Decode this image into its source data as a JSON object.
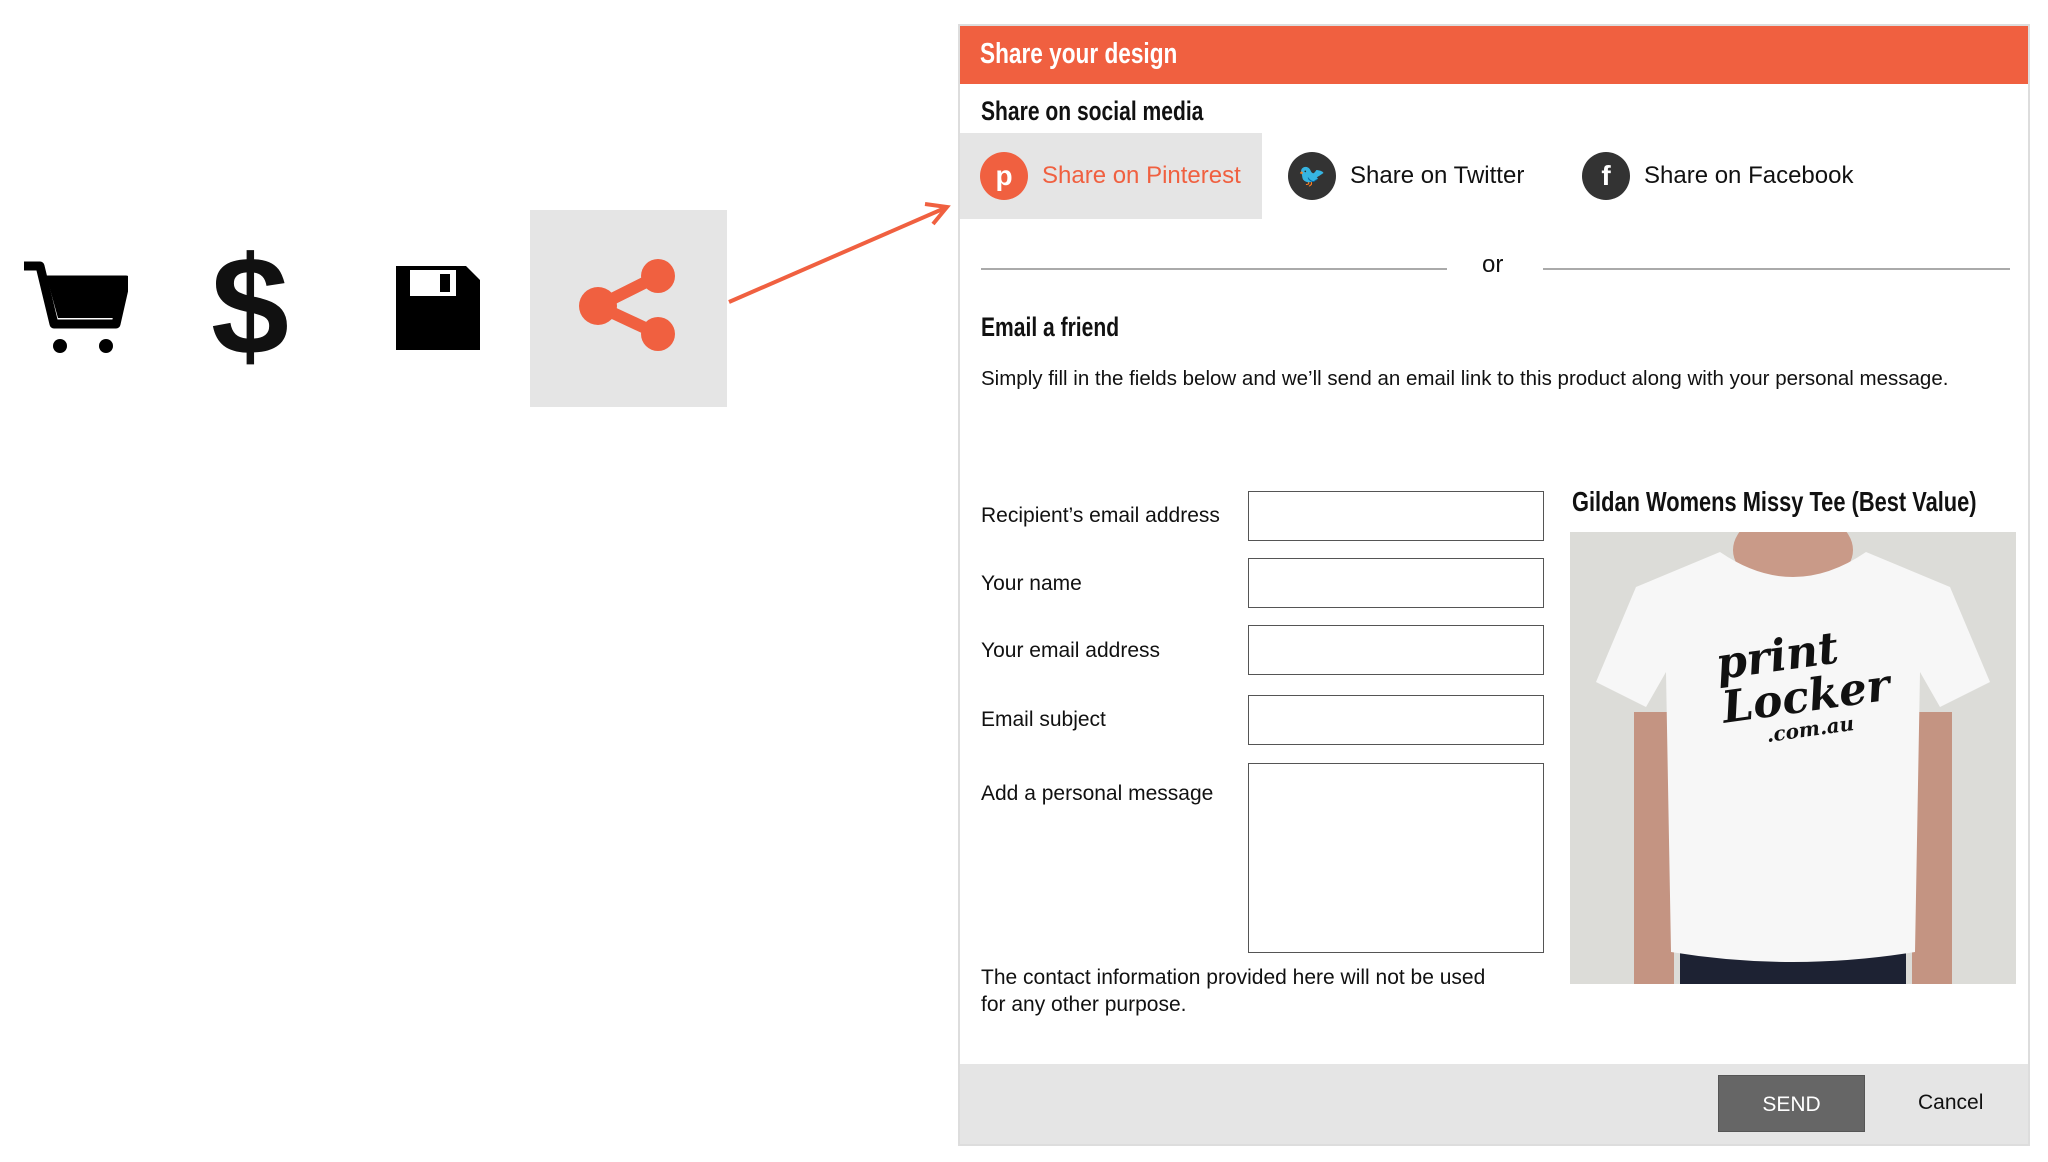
{
  "toolbar": {
    "icons": [
      "cart-icon",
      "dollar-icon",
      "save-icon",
      "share-icon"
    ],
    "dollar": "$"
  },
  "dialog": {
    "title": "Share your design",
    "social_heading": "Share on social media",
    "social": [
      {
        "label": "Share on Pinterest",
        "icon": "pinterest-icon",
        "glyph": "p"
      },
      {
        "label": "Share on Twitter",
        "icon": "twitter-icon",
        "glyph": "🐦"
      },
      {
        "label": "Share on Facebook",
        "icon": "facebook-icon",
        "glyph": "f"
      }
    ],
    "or": "or",
    "email_heading": "Email a friend",
    "description": "Simply fill in the fields below and we’ll send an email link to this product along with your personal message.",
    "fields": [
      {
        "label": "Recipient’s email address",
        "value": ""
      },
      {
        "label": "Your name",
        "value": ""
      },
      {
        "label": "Your email address",
        "value": ""
      },
      {
        "label": "Email subject",
        "value": ""
      },
      {
        "label": "Add a personal message",
        "value": ""
      }
    ],
    "disclaimer_1": "The contact information provided here will not be used",
    "disclaimer_2": "for any other purpose.",
    "product_title": "Gildan Womens Missy Tee (Best Value)",
    "logo_text": [
      "print",
      "Locker",
      ".com.au"
    ],
    "send": "SEND",
    "cancel": "Cancel"
  },
  "colors": {
    "accent": "#f06040",
    "dark": "#333333",
    "button": "#666666"
  }
}
